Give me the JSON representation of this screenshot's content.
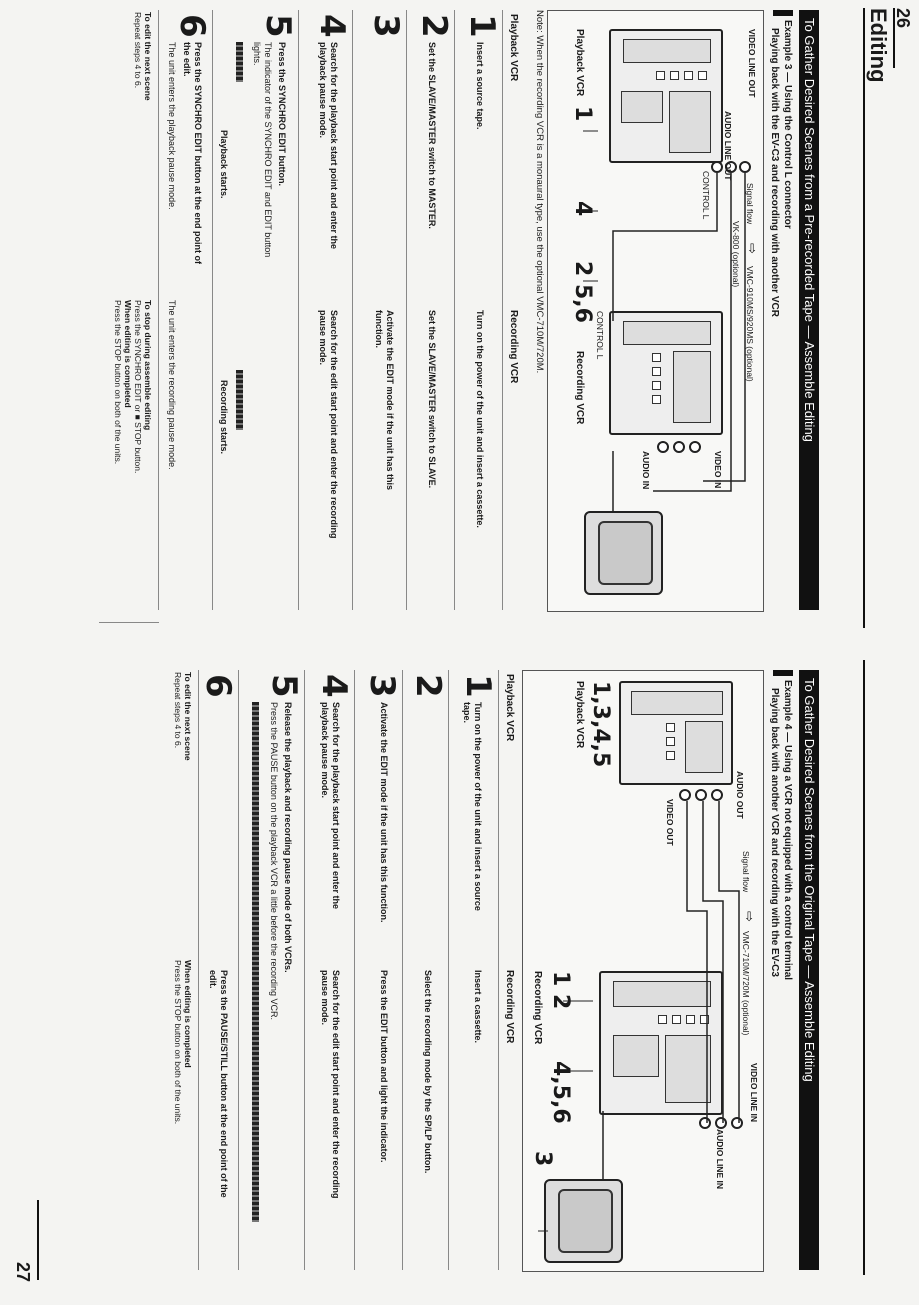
{
  "page_left_number": "26",
  "page_right_number": "27",
  "section_title": "Editing",
  "left": {
    "banner": "To Gather Desired Scenes from a Pre-recorded Tape — Assemble Editing",
    "example": "Example 3 — Using the Control L connector",
    "example_sub": "Playing back with the EV-C3 and recording with another VCR",
    "diagram": {
      "video_line_out": "VIDEO LINE OUT",
      "audio_line_out": "AUDIO LINE OUT",
      "control_l_top": "CONTROL L",
      "signal_flow": "Signal flow",
      "vk800": "VK-800 (optional)",
      "vmc_cable": "VMC-910MS/920MS (optional)",
      "control_l_bottom": "CONTROL L",
      "video_in": "VIDEO IN",
      "audio_in": "AUDIO IN",
      "playback_vcr": "Playback VCR",
      "playback_nums": "1",
      "nums_4": "4",
      "nums_256": "2 5,6",
      "recording_vcr": "Recording VCR"
    },
    "note": "Note: When the recording VCR is a monaural type, use the optional VMC-710M/720M.",
    "playback_head": "Playback VCR",
    "recording_head": "Recording VCR",
    "steps": [
      {
        "num": "1",
        "playback": "Insert a source tape.",
        "recording": "Turn on the power of the unit and insert a cassette."
      },
      {
        "num": "2",
        "playback": "Set the SLAVE/MASTER switch to MASTER.",
        "recording": "Set the SLAVE/MASTER switch to SLAVE."
      },
      {
        "num": "3",
        "playback": "",
        "recording": "Activate the EDIT mode if the unit has this function."
      },
      {
        "num": "4",
        "playback": "Search for the playback start point and enter the playback pause mode.",
        "recording": "Search for the edit start point and enter the recording pause mode."
      },
      {
        "num": "5",
        "playback": "Press the SYNCHRO EDIT button.",
        "playback_sub": "The indicator of the SYNCHRO EDIT and EDIT button lights.",
        "playback_status": "Playback starts.",
        "recording": "Recording starts."
      },
      {
        "num": "6",
        "playback": "Press the SYNCHRO EDIT button at the end point of the edit.",
        "playback_sub": "The unit enters the playback pause mode.",
        "recording": "The unit enters the recording pause mode."
      }
    ],
    "edit_next_title": "To edit the next scene",
    "edit_next_body": "Repeat steps 4 to 6.",
    "stop_title": "To stop during assemble editing",
    "stop_body": "Press the SYNCHRO EDIT or ■ STOP button.",
    "complete_title": "When editing is completed",
    "complete_body": "Press the STOP button on both of the units."
  },
  "right": {
    "banner": "To Gather Desired Scenes from the Original Tape — Assemble Editing",
    "example": "Example 4 — Using a VCR not equipped with a control terminal",
    "example_sub": "Playing back with another VCR and recording with the EV-C3",
    "diagram": {
      "audio_out": "AUDIO OUT",
      "video_out": "VIDEO OUT",
      "signal_flow": "Signal flow",
      "vmc_cable": "VMC-710M/720M (optional)",
      "video_line_in": "VIDEO LINE IN",
      "audio_line_in": "AUDIO LINE IN",
      "playback_nums": "1,3,4,5",
      "playback_vcr": "Playback VCR",
      "nums_1_2": "1 2",
      "nums_456": "4,5,6",
      "num_3": "3",
      "recording_vcr": "Recording VCR"
    },
    "playback_head": "Playback VCR",
    "recording_head": "Recording VCR",
    "steps": [
      {
        "num": "1",
        "playback": "Turn on the power of the unit and insert a source tape.",
        "recording": "Insert a cassette."
      },
      {
        "num": "2",
        "playback": "",
        "recording": "Select the recording mode by the SP/LP button."
      },
      {
        "num": "3",
        "playback": "Activate the EDIT mode if the unit has this function.",
        "recording": "Press the EDIT button and light the indicator."
      },
      {
        "num": "4",
        "playback": "Search for the playback start point and enter the playback pause mode.",
        "recording": "Search for the edit start point and enter the recording pause mode."
      },
      {
        "num": "5",
        "playback": "Release the playback and recording pause mode of both VCRs.",
        "playback_sub": "Press the PAUSE button on the playback VCR a little before the recording VCR.",
        "recording": ""
      },
      {
        "num": "6",
        "playback": "",
        "recording": "Press the PAUSE/STILL button at the end point of the edit."
      }
    ],
    "edit_next_title": "To edit the next scene",
    "edit_next_body": "Repeat steps 4 to 6.",
    "complete_title": "When editing is completed",
    "complete_body": "Press the STOP button on both of the units."
  }
}
